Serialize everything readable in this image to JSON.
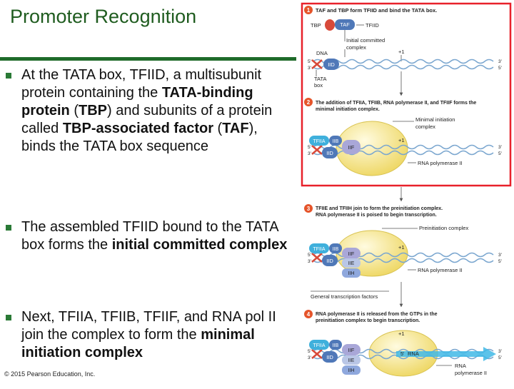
{
  "title": "Promoter Recognition",
  "bullets": [
    {
      "parts": [
        {
          "t": "At the TATA box, TFIID, a multisubunit protein containing the ",
          "b": false
        },
        {
          "t": "TATA-binding protein",
          "b": true
        },
        {
          "t": " (",
          "b": false
        },
        {
          "t": "TBP",
          "b": true
        },
        {
          "t": ") and subunits of a protein called ",
          "b": false
        },
        {
          "t": "TBP-associated factor",
          "b": true
        },
        {
          "t": " (",
          "b": false
        },
        {
          "t": "TAF",
          "b": true
        },
        {
          "t": "), binds the TATA box sequence",
          "b": false
        }
      ]
    },
    {
      "parts": [
        {
          "t": "The assembled TFIID bound to the TATA box forms the ",
          "b": false
        },
        {
          "t": "initial committed complex",
          "b": true
        }
      ]
    },
    {
      "parts": [
        {
          "t": "Next, TFIIA, TFIIB, TFIIF, and RNA pol II join the complex to form the ",
          "b": false
        },
        {
          "t": "minimal initiation complex",
          "b": true
        }
      ]
    }
  ],
  "copyright": "© 2015 Pearson Education, Inc.",
  "figure": {
    "steps": [
      {
        "num": "1",
        "line1": "TAF and TBP form TFIID and bind the TATA box.",
        "line2": ""
      },
      {
        "num": "2",
        "line1": "The addition of TFIIA, TFIIB, RNA polymerase II, and TFIIF forms the",
        "line2": "minimal initiation complex."
      },
      {
        "num": "3",
        "line1": "TFIIE and TFIIH join to form the preinitiation complex.",
        "line2": "RNA polymerase II is poised to begin transcription."
      },
      {
        "num": "4",
        "line1": "RNA polymerase II is released from the GTPs in the",
        "line2": "preinitiation complex to begin transcription."
      }
    ],
    "labels": {
      "tbp": "TBP",
      "taf": "TAF",
      "tfiid": "TFIID",
      "initial_committed_1": "Initial committed",
      "initial_committed_2": "complex",
      "dna": "DNA",
      "tata_1": "TATA",
      "tata_2": "box",
      "plus1": "+1",
      "three_prime": "3'",
      "five_prime": "5'",
      "minimal_1": "Minimal initiation",
      "minimal_2": "complex",
      "rna_pol": "RNA polymerase II",
      "preinitiation": "Preinitiation complex",
      "gtf": "General transcription factors",
      "rna": "RNA",
      "rna_pol_1": "RNA",
      "rna_pol_2": "polymerase II"
    },
    "proteins": {
      "tfiid": "IID",
      "tfiia": "TFIIA",
      "tfiib": "IIB",
      "tfiif": "IIF",
      "tfiie": "IIE",
      "tfiih": "IIH",
      "tf_prefix": "TF",
      "tfiia_short": "IIA"
    },
    "colors": {
      "highlight_box": "#e8212b",
      "step_badge": "#e5542a",
      "rna_arrow": "#3fb8e6",
      "polymerase": "#f2e27a",
      "tfiid_blue": "#4f78b8",
      "dna_red": "#d84a3a",
      "dna_blue": "#7aa6cf"
    }
  }
}
